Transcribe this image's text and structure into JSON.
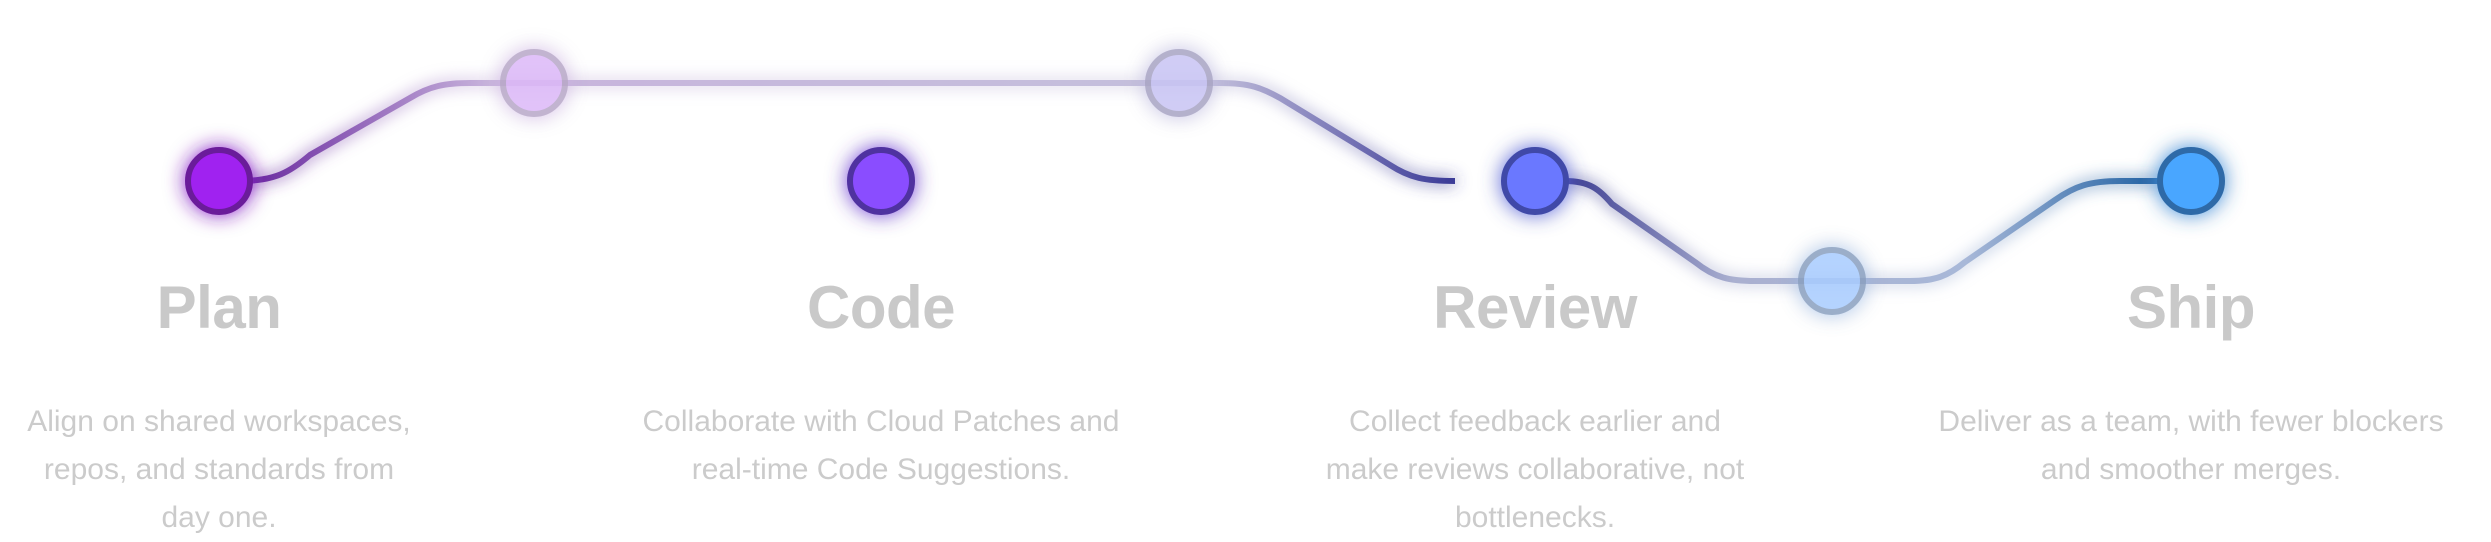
{
  "colors": {
    "plan": "#a020f0",
    "code": "#8a4dff",
    "review": "#6b78ff",
    "ship": "#4aa6ff",
    "title_text": "#c9c9c9",
    "desc_text": "#cbcbcb"
  },
  "stages": [
    {
      "title": "Plan",
      "desc_lines": [
        "Align on shared workspaces,",
        "repos, and standards from",
        "day one."
      ]
    },
    {
      "title": "Code",
      "desc_lines": [
        "Collaborate with Cloud Patches and",
        "real-time Code Suggestions."
      ]
    },
    {
      "title": "Review",
      "desc_lines": [
        "Collect feedback earlier and",
        "make reviews collaborative, not",
        "bottlenecks."
      ]
    },
    {
      "title": "Ship",
      "desc_lines": [
        "Deliver as a team, with fewer blockers",
        "and smoother merges."
      ]
    }
  ]
}
